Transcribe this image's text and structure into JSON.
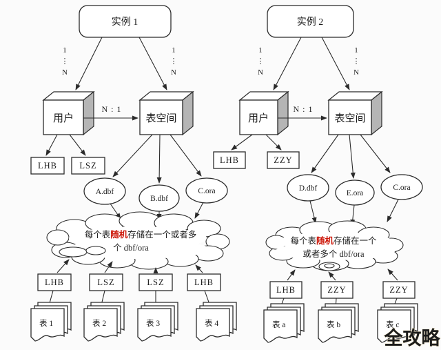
{
  "page": {
    "background": "#fbfbfb",
    "line_color": "#2b2b2b"
  },
  "watermark": {
    "text": "全攻略",
    "color": "#cfa263"
  },
  "left": {
    "instance_label": "实例 1",
    "cardinality": {
      "one": "1",
      "dots": "⋮",
      "n": "N"
    },
    "relation_label": "N : 1",
    "user_label": "用户",
    "tablespace_label": "表空间",
    "user_children": [
      "LHB",
      "LSZ"
    ],
    "datafiles": [
      "A.dbf",
      "B.dbf",
      "C.ora"
    ],
    "cloud": {
      "line1_pre": "每个表",
      "line1_highlight": "随机",
      "line1_post": "存储在一个或者多",
      "line2": "个 dbf/ora",
      "highlight_color": "#cc1507"
    },
    "segment_boxes": [
      "LHB",
      "LSZ",
      "LSZ",
      "LHB"
    ],
    "tables": [
      "表 1",
      "表 2",
      "表 3",
      "表 4"
    ]
  },
  "right": {
    "instance_label": "实例 2",
    "cardinality": {
      "one": "1",
      "dots": "⋮",
      "n": "N"
    },
    "relation_label": "N : 1",
    "user_label": "用户",
    "tablespace_label": "表空间",
    "user_children": [
      "LHB",
      "ZZY"
    ],
    "datafiles": [
      "D.dbf",
      "E.ora",
      "C.ora"
    ],
    "cloud": {
      "line1_pre": "每个表",
      "line1_highlight": "随机",
      "line1_post": "存储在一个",
      "line2": "或者多个 dbf/ora",
      "highlight_color": "#cc1507"
    },
    "segment_boxes": [
      "LHB",
      "ZZY",
      "ZZY"
    ],
    "tables": [
      "表 a",
      "表 b",
      "表 c"
    ]
  }
}
